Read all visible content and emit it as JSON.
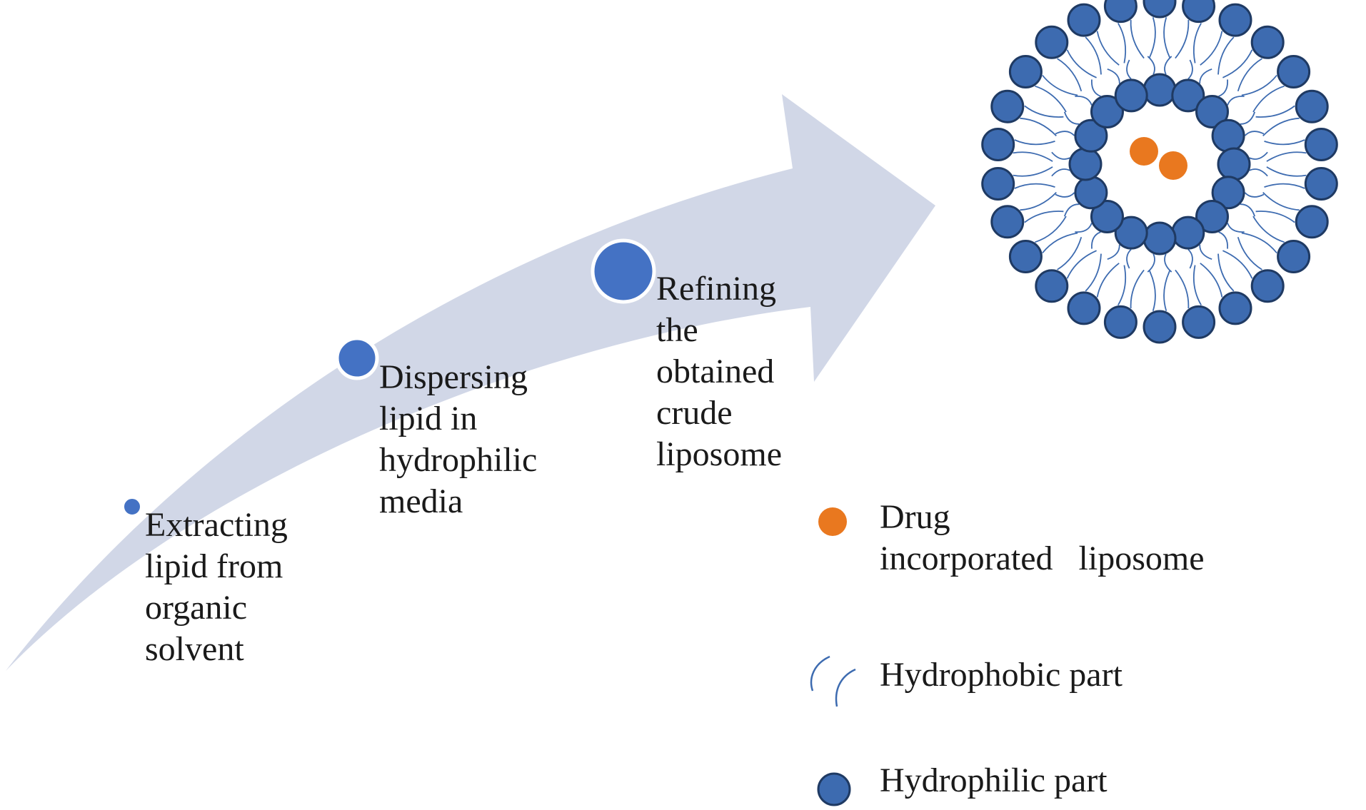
{
  "steps": [
    {
      "label": "Extracting\nlipid from\norganic\nsolvent"
    },
    {
      "label": "Dispersing\nlipid in\nhydrophilic\nmedia"
    },
    {
      "label": "Refining\nthe\nobtained\ncrude\nliposome"
    }
  ],
  "legend": {
    "drug": "Drug\nincorporated   liposome",
    "hydrophobic": "Hydrophobic part",
    "hydrophilic": "Hydrophilic part"
  },
  "colors": {
    "arrow": "#d1d7e7",
    "lipid_head": "#3d6bb0",
    "lipid_head_stroke": "#1f3a63",
    "step_dot": "#4472c4",
    "drug": "#e9781f",
    "tail": "#3d6bb0"
  }
}
